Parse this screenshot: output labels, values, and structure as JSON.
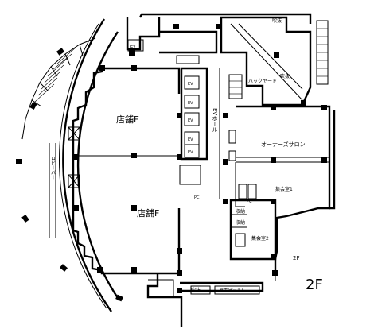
{
  "rooms": {
    "store_e": "店舗E",
    "store_f": "店舗F",
    "ev_hall": "EVホール",
    "back_yard": "バックヤード",
    "owners_salon": "オーナーズサロン",
    "meeting_room_1": "集会室1",
    "meeting_room_2": "集会室2",
    "storage_1": "収納",
    "storage_2": "収納",
    "void_top": "吹抜",
    "void_bottom": "吹抜",
    "void_right": "吹抜",
    "pc_1": "PC",
    "pc_2": "PC",
    "lobby_vertical": "ロビーバー",
    "small_room_bottom": "倉庫/ボールト"
  },
  "elevators": [
    "EV",
    "EV",
    "EV",
    "EV",
    "EV",
    "EV"
  ],
  "level": {
    "small_tag": "2F",
    "floor_label": "2F"
  }
}
